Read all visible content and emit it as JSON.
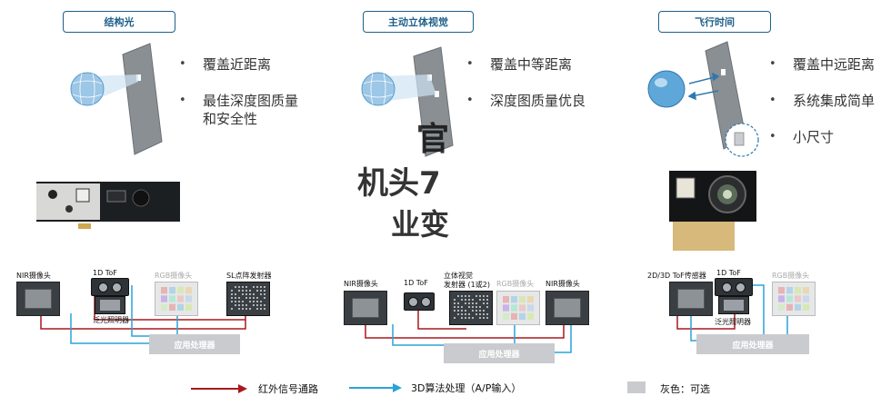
{
  "columns": [
    {
      "title": "结构光",
      "bullets": [
        "覆盖近距离",
        "最佳深度图质量和安全性"
      ]
    },
    {
      "title": "主动立体视觉",
      "bullets": [
        "覆盖中等距离",
        "深度图质量优良"
      ]
    },
    {
      "title": "飞行时间",
      "bullets": [
        "覆盖中远距离",
        "系统集成简单",
        "小尺寸"
      ]
    }
  ],
  "diagram1": {
    "nir_label": "NIR摄像头",
    "tof_label": "1D ToF",
    "rgb_label": "RGB摄像头",
    "sl_label": "SL点阵发射器",
    "flood_label": "泛光照明器",
    "processor_label": "应用处理器"
  },
  "diagram2": {
    "nir_left_label": "NIR摄像头",
    "tof_label": "1D ToF",
    "emitter_label_line1": "立体视觉",
    "emitter_label_line2": "发射器 (1或2)",
    "rgb_label": "RGB摄像头",
    "nir_right_label": "NIR摄像头",
    "processor_label": "应用处理器"
  },
  "diagram3": {
    "tof_sensor_label": "2D/3D ToF传感器",
    "tof_label": "1D ToF",
    "rgb_label": "RGB摄像头",
    "flood_label": "泛光照明器",
    "processor_label": "应用处理器"
  },
  "legend": {
    "red_label": "红外信号通路",
    "blue_label": "3D算法处理（A/P输入）",
    "gray_label": "灰色：可选"
  },
  "overlay": {
    "line1": "官",
    "line2": "机头7",
    "line3": "业变"
  },
  "colors": {
    "red": "#a8191f",
    "blue": "#2aa3d8",
    "title_border": "#1e5f8a",
    "optional_gray": "#c9cbce"
  }
}
